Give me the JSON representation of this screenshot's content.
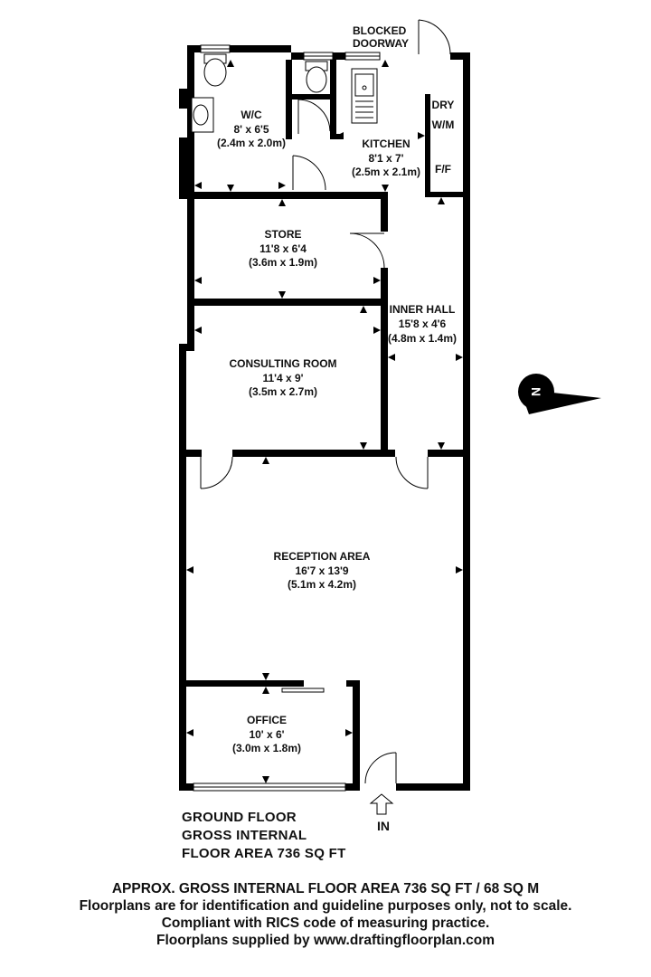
{
  "rooms": {
    "wc": {
      "name": "W/C",
      "imperial": "8' x 6'5",
      "metric": "(2.4m x 2.0m)"
    },
    "kitchen": {
      "name": "KITCHEN",
      "imperial": "8'1 x 7'",
      "metric": "(2.5m x 2.1m)"
    },
    "store": {
      "name": "STORE",
      "imperial": "11'8 x 6'4",
      "metric": "(3.6m x 1.9m)"
    },
    "inner_hall": {
      "name": "INNER HALL",
      "imperial": "15'8 x 4'6",
      "metric": "(4.8m x 1.4m)"
    },
    "consulting": {
      "name": "CONSULTING ROOM",
      "imperial": "11'4 x 9'",
      "metric": "(3.5m x 2.7m)"
    },
    "reception": {
      "name": "RECEPTION AREA",
      "imperial": "16'7 x 13'9",
      "metric": "(5.1m x 4.2m)"
    },
    "office": {
      "name": "OFFICE",
      "imperial": "10' x 6'",
      "metric": "(3.0m x 1.8m)"
    }
  },
  "labels": {
    "blocked_line1": "BLOCKED",
    "blocked_line2": "DOORWAY",
    "dry": "DRY",
    "wm": "W/M",
    "ff": "F/F",
    "in": "IN",
    "compass": "N"
  },
  "floor_info": {
    "line1": "GROUND FLOOR",
    "line2": "GROSS INTERNAL",
    "line3": "FLOOR AREA 736 SQ FT"
  },
  "footer": {
    "line1": "APPROX. GROSS INTERNAL FLOOR AREA 736 SQ FT / 68 SQ M",
    "line2": "Floorplans are for identification and guideline purposes only, not to scale.",
    "line3": "Compliant with RICS code of measuring practice.",
    "line4": "Floorplans supplied by www.draftingfloorplan.com"
  }
}
